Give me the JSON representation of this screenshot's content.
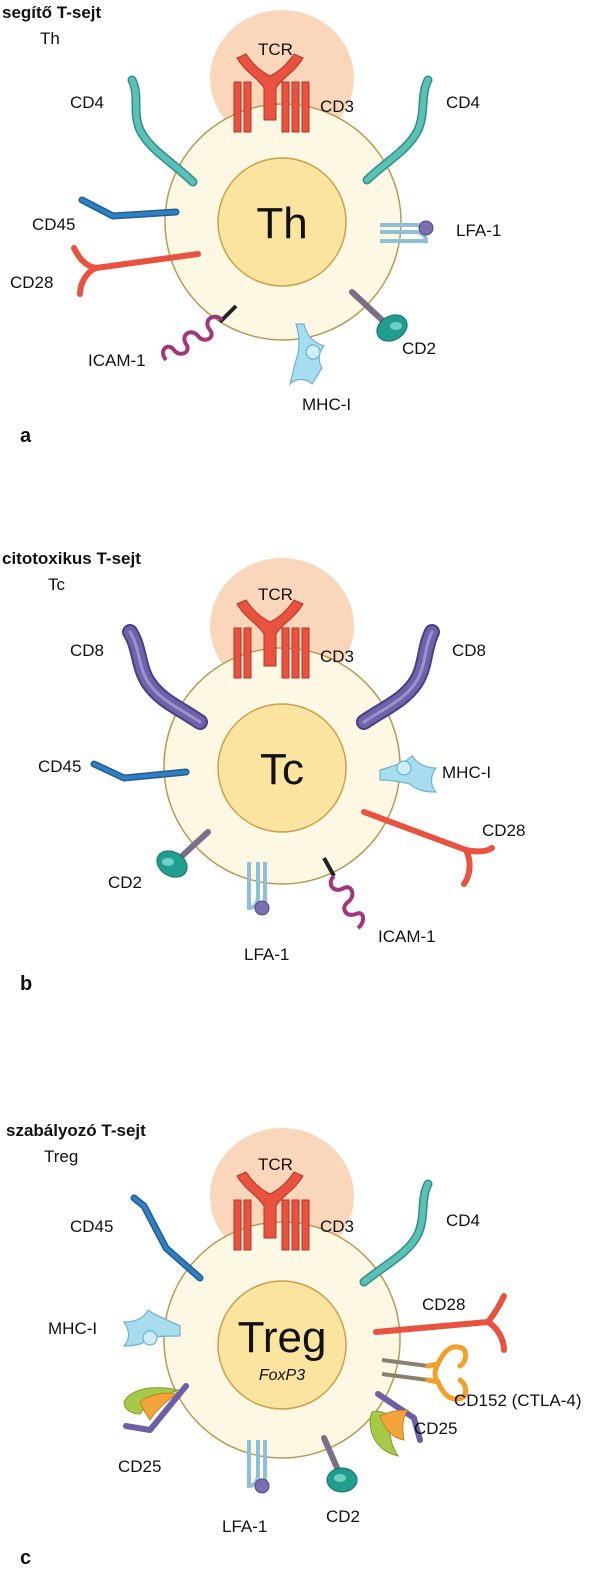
{
  "panels": [
    {
      "id": "a",
      "title": "segítő T-sejt",
      "subtitle": "Th",
      "core": "Th",
      "core_sub": "",
      "letter": "a",
      "labels": {
        "tcr": "TCR",
        "cd3": "CD3",
        "cd4_left": "CD4",
        "cd4_right": "CD4",
        "cd45": "CD45",
        "lfa1": "LFA-1",
        "cd28": "CD28",
        "icam1": "ICAM-1",
        "cd2": "CD2",
        "mhc1": "MHC-I"
      }
    },
    {
      "id": "b",
      "title": "citotoxikus T-sejt",
      "subtitle": "Tc",
      "core": "Tc",
      "core_sub": "",
      "letter": "b",
      "labels": {
        "tcr": "TCR",
        "cd3": "CD3",
        "cd8_left": "CD8",
        "cd8_right": "CD8",
        "cd45": "CD45",
        "mhc1": "MHC-I",
        "cd28": "CD28",
        "cd2": "CD2",
        "lfa1": "LFA-1",
        "icam1": "ICAM-1"
      }
    },
    {
      "id": "c",
      "title": "szabályozó T-sejt",
      "subtitle": "Treg",
      "core": "Treg",
      "core_sub": "FoxP3",
      "letter": "c",
      "labels": {
        "tcr": "TCR",
        "cd3": "CD3",
        "cd45": "CD45",
        "cd4": "CD4",
        "mhc1": "MHC-I",
        "cd28": "CD28",
        "cd152": "CD152 (CTLA-4)",
        "cd25_left": "CD25",
        "cd25_right": "CD25",
        "lfa1": "LFA-1",
        "cd2": "CD2"
      }
    }
  ],
  "colors": {
    "cell_fill": "#fdf8e4",
    "cell_stroke": "#b89a55",
    "nucleus_fill": "#fbe3a0",
    "nucleus_stroke": "#c9a24a",
    "tcr_halo": "#f8c9a4",
    "red_receptor": "#e8523f",
    "teal_cd4": "#5bc0b5",
    "blue_cd45": "#2f7fc1",
    "purple_cd8": "#6e62a8",
    "lfa_blue": "#8fbfd6",
    "lfa_knob": "#7b6fb0",
    "icam_purple": "#a3357a",
    "cd2_teal": "#1f9e90",
    "cd2_stem": "#7a6f86",
    "mhc_light": "#a8dcef",
    "orange_ctla4": "#f2a02a",
    "cd25_green": "#a6c94a",
    "cd25_orange": "#f3a53c",
    "cd25_purple": "#6e5ea5"
  },
  "icons": [
    "tcr-icon",
    "cd3-icon",
    "cd4-icon",
    "cd8-icon",
    "cd45-icon",
    "cd28-icon",
    "lfa1-icon",
    "icam1-icon",
    "cd2-icon",
    "mhc1-icon",
    "cd152-icon",
    "cd25-icon"
  ]
}
